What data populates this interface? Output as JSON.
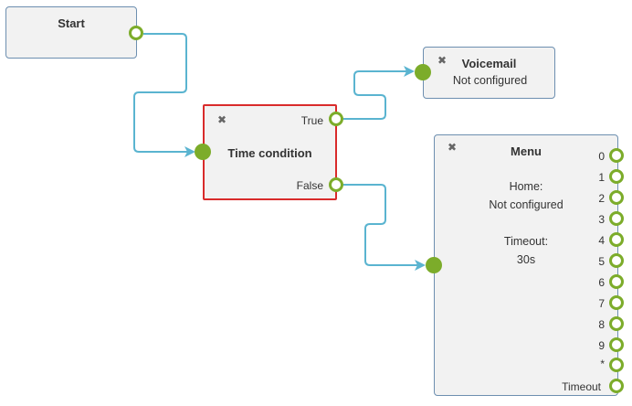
{
  "nodes": {
    "start": {
      "title": "Start"
    },
    "time_condition": {
      "title": "Time condition",
      "ports": {
        "true": "True",
        "false": "False"
      }
    },
    "voicemail": {
      "title": "Voicemail",
      "status": "Not configured"
    },
    "menu": {
      "title": "Menu",
      "home_label": "Home:",
      "home_value": "Not configured",
      "timeout_label": "Timeout:",
      "timeout_value": "30s",
      "ports": [
        "0",
        "1",
        "2",
        "3",
        "4",
        "5",
        "6",
        "7",
        "8",
        "9",
        "*",
        "Timeout"
      ]
    }
  },
  "icons": {
    "close": "close-icon"
  },
  "colors": {
    "connector": "#5ab4d0",
    "port": "#7cac2a",
    "node_border": "#6d8fb0",
    "selected_border": "#d92b2b",
    "node_bg": "#f2f2f2"
  }
}
